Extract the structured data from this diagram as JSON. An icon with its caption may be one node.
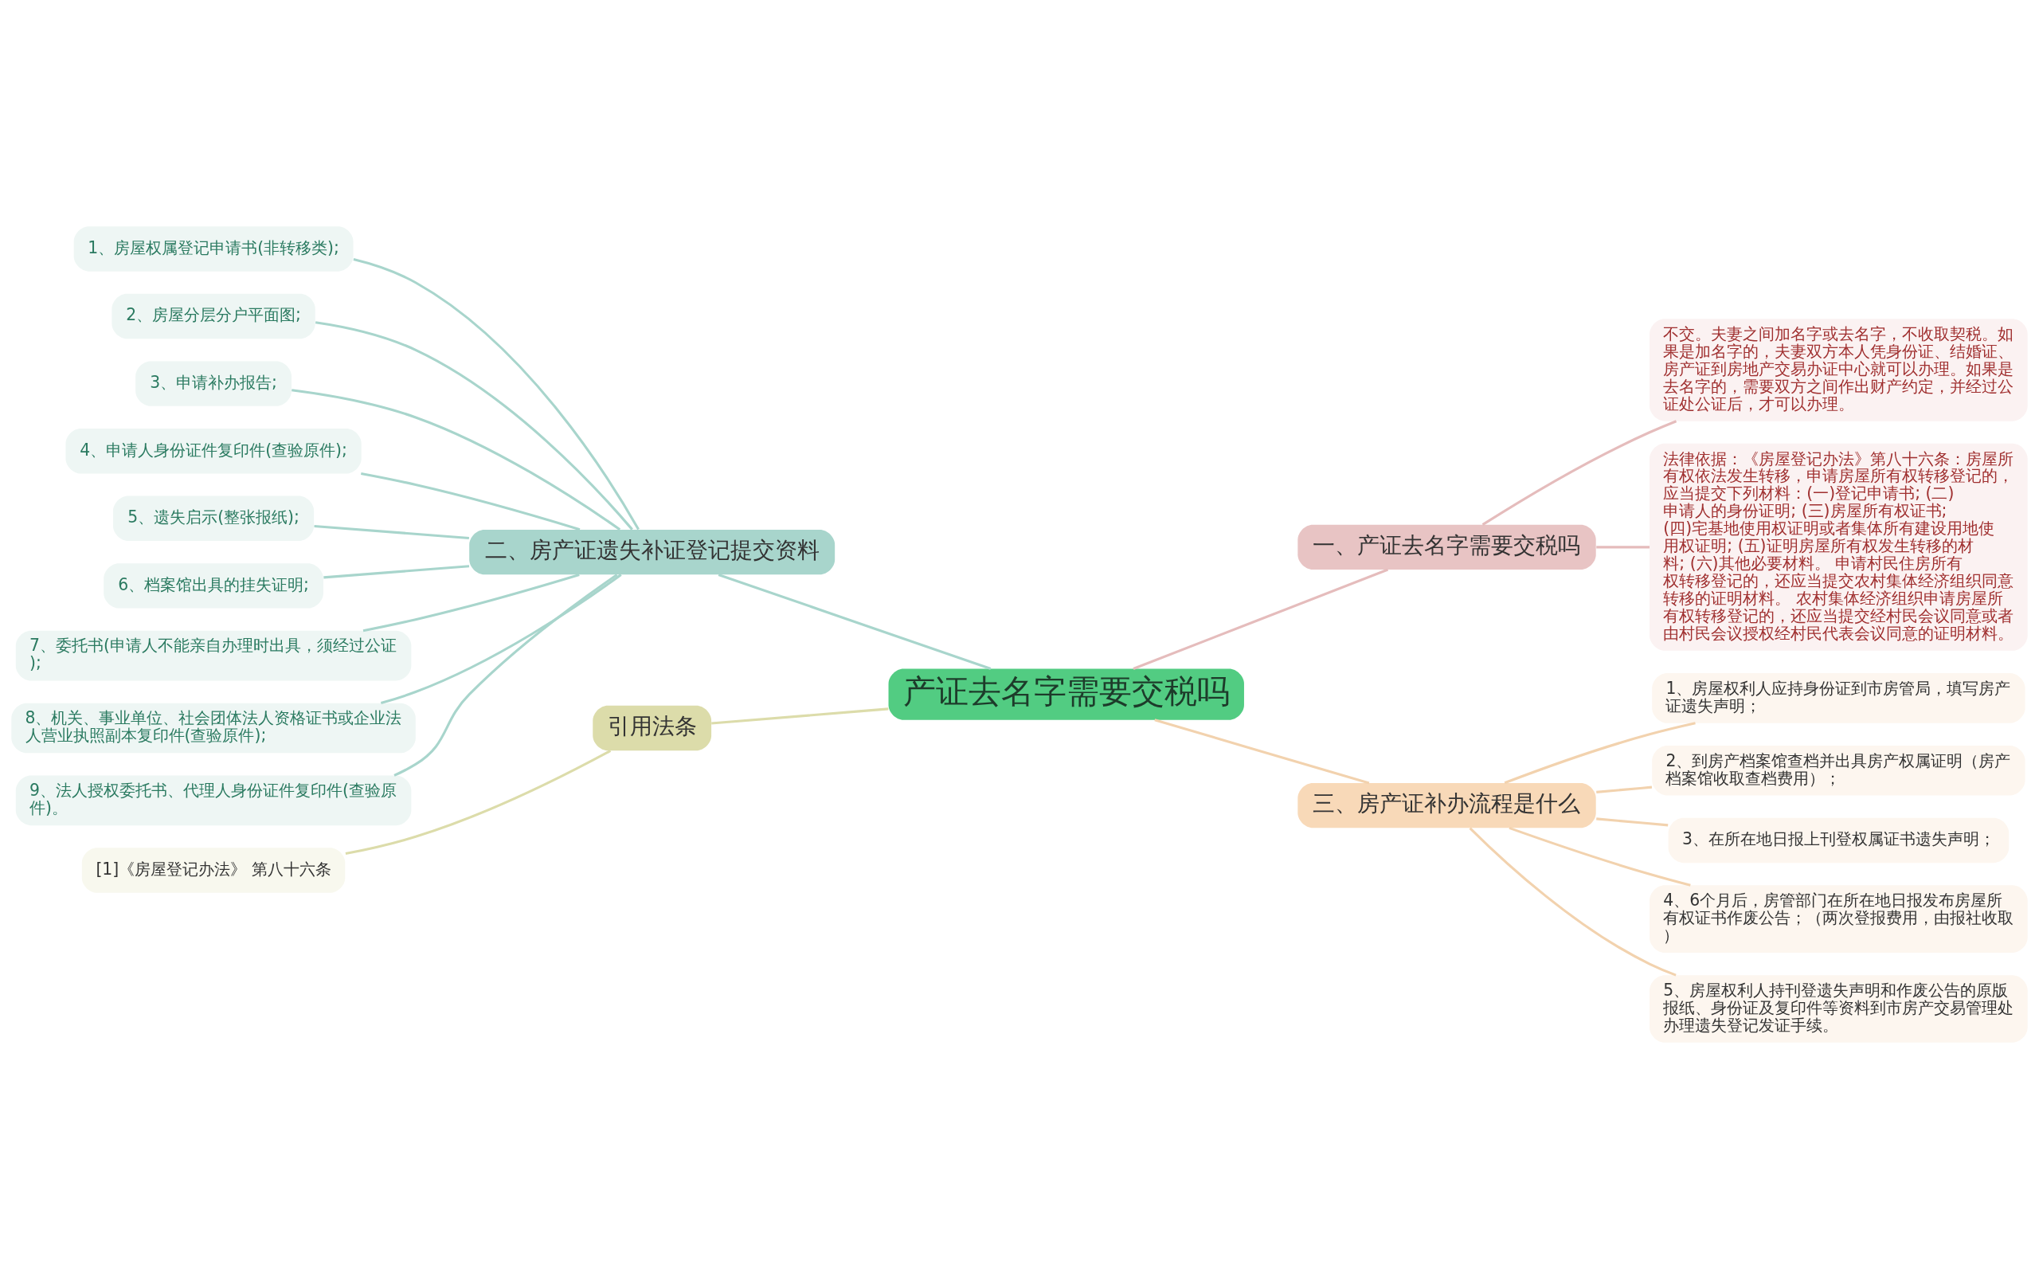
{
  "diagram": {
    "nodes": [
      {
        "text": [
          "产证去名字需要交税吗"
        ]
      },
      {
        "text": [
          "一、产证去名字需要交税吗"
        ]
      },
      {
        "text": [
          "不交。夫妻之间加名字或去名字，不收取契税。如果是加名字的，夫妻双方本人凭身份证、结婚证、房产证到房地产交易办证中心就可以办理。如果是去名字的，需要双方之间作出财产约定，并经过公证处公证后，才可以办理。"
        ]
      },
      {
        "text": [
          "法律依据：《房屋登记办法》第八十六条：房屋所有权依法发生转移，申请房屋所有权转移登记的，应当提交下列材料：(一)登记申请书; (二)申请人的身份证明; (三)房屋所有权证书; (四)宅基地使用权证明或者集体所有建设用地使用权证明; (五)证明房屋所有权发生转移的材料; (六)其他必要材料。 申请村民住房所有权转移登记的，还应当提交农村集体经济组织同意转移的证明材料。 农村集体经济组织申请房屋所有权转移登记的，还应当提交经村民会议同意或者由村民会议授权经村民代表会议同意的证明材料。"
        ]
      },
      {
        "text": [
          "三、房产证补办流程是什么"
        ]
      },
      {
        "text": [
          "1、房屋权利人应持身份证到市房管局，填写房产证遗失声明；"
        ]
      },
      {
        "text": [
          "2、到房产档案馆查档并出具房产权属证明（房产档案馆收取查档费用）；"
        ]
      },
      {
        "text": [
          "3、在所在地日报上刊登权属证书遗失声明；"
        ]
      },
      {
        "text": [
          "4、6个月后，房管部门在所在地日报发布房屋所有权证书作废公告；（两次登报费用，由报社收取）"
        ]
      },
      {
        "text": [
          "5、房屋权利人持刊登遗失声明和作废公告的原版报纸、身份证及复印件等资料到市房产交易管理处办理遗失登记发证手续。"
        ]
      },
      {
        "text": [
          "二、房产证遗失补证登记提交资料"
        ]
      },
      {
        "text": [
          "1、房屋权属登记申请书(非转移类);"
        ]
      },
      {
        "text": [
          "2、房屋分层分户平面图;"
        ]
      },
      {
        "text": [
          "3、申请补办报告;"
        ]
      },
      {
        "text": [
          "4、申请人身份证件复印件(查验原件);"
        ]
      },
      {
        "text": [
          "5、遗失启示(整张报纸);"
        ]
      },
      {
        "text": [
          "6、档案馆出具的挂失证明;"
        ]
      },
      {
        "text": [
          "7、委托书(申请人不能亲自办理时出具，须经过公证);"
        ]
      },
      {
        "text": [
          "8、机关、事业单位、社会团体法人资格证书或企业法人营业执照副本复印件(查验原件);"
        ]
      },
      {
        "text": [
          "9、法人授权委托书、代理人身份证件复印件(查验原件)。"
        ]
      },
      {
        "text": [
          "引用法条"
        ]
      },
      {
        "text": [
          "[1]《房屋登记办法》 第八十六条"
        ]
      }
    ],
    "edges": [
      {
        "from": 0,
        "to": 1,
        "arrow": "none",
        "color": "#e5bcbc"
      },
      {
        "from": 1,
        "to": 2,
        "arrow": "none",
        "color": "#e5bcbc"
      },
      {
        "from": 1,
        "to": 3,
        "arrow": "none",
        "color": "#e5bcbc"
      },
      {
        "from": 0,
        "to": 4,
        "arrow": "none",
        "color": "#f2d2ae"
      },
      {
        "from": 4,
        "to": 5,
        "arrow": "none",
        "color": "#f2d2ae"
      },
      {
        "from": 4,
        "to": 6,
        "arrow": "none",
        "color": "#f2d2ae"
      },
      {
        "from": 4,
        "to": 7,
        "arrow": "none",
        "color": "#f2d2ae"
      },
      {
        "from": 4,
        "to": 8,
        "arrow": "none",
        "color": "#f2d2ae"
      },
      {
        "from": 4,
        "to": 9,
        "arrow": "none",
        "color": "#f2d2ae"
      },
      {
        "from": 0,
        "to": 10,
        "arrow": "none"
      },
      {
        "from": 10,
        "to": 11,
        "arrow": "none"
      },
      {
        "from": 10,
        "to": 12,
        "arrow": "none"
      },
      {
        "from": 10,
        "to": 13,
        "arrow": "none"
      },
      {
        "from": 10,
        "to": 14,
        "arrow": "none"
      },
      {
        "from": 10,
        "to": 15,
        "arrow": "none"
      },
      {
        "from": 10,
        "to": 16,
        "arrow": "none"
      },
      {
        "from": 10,
        "to": 17,
        "arrow": "none"
      },
      {
        "from": 10,
        "to": 18,
        "arrow": "none"
      },
      {
        "from": 10,
        "to": 19,
        "arrow": "none"
      },
      {
        "from": 0,
        "to": 20,
        "arrow": "none",
        "color": "#dcdcaa"
      },
      {
        "from": 20,
        "to": 21,
        "arrow": "none",
        "color": "#dcdcaa"
      }
    ]
  }
}
